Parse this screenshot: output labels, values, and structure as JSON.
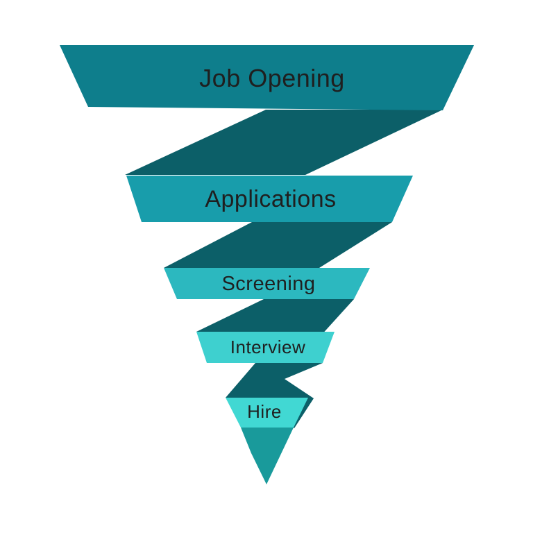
{
  "diagram": {
    "type": "funnel-ribbon",
    "background": "#ffffff",
    "text_color": "#1f1f1f",
    "connector_color": "#0c5f68",
    "tail_color": "#199a9b",
    "stages": [
      {
        "label": "Job Opening",
        "color": "#0e7e8c"
      },
      {
        "label": "Applications",
        "color": "#189dab"
      },
      {
        "label": "Screening",
        "color": "#2cb8bf"
      },
      {
        "label": "Interview",
        "color": "#3ed0cf"
      },
      {
        "label": "Hire",
        "color": "#41d8d3"
      }
    ]
  }
}
